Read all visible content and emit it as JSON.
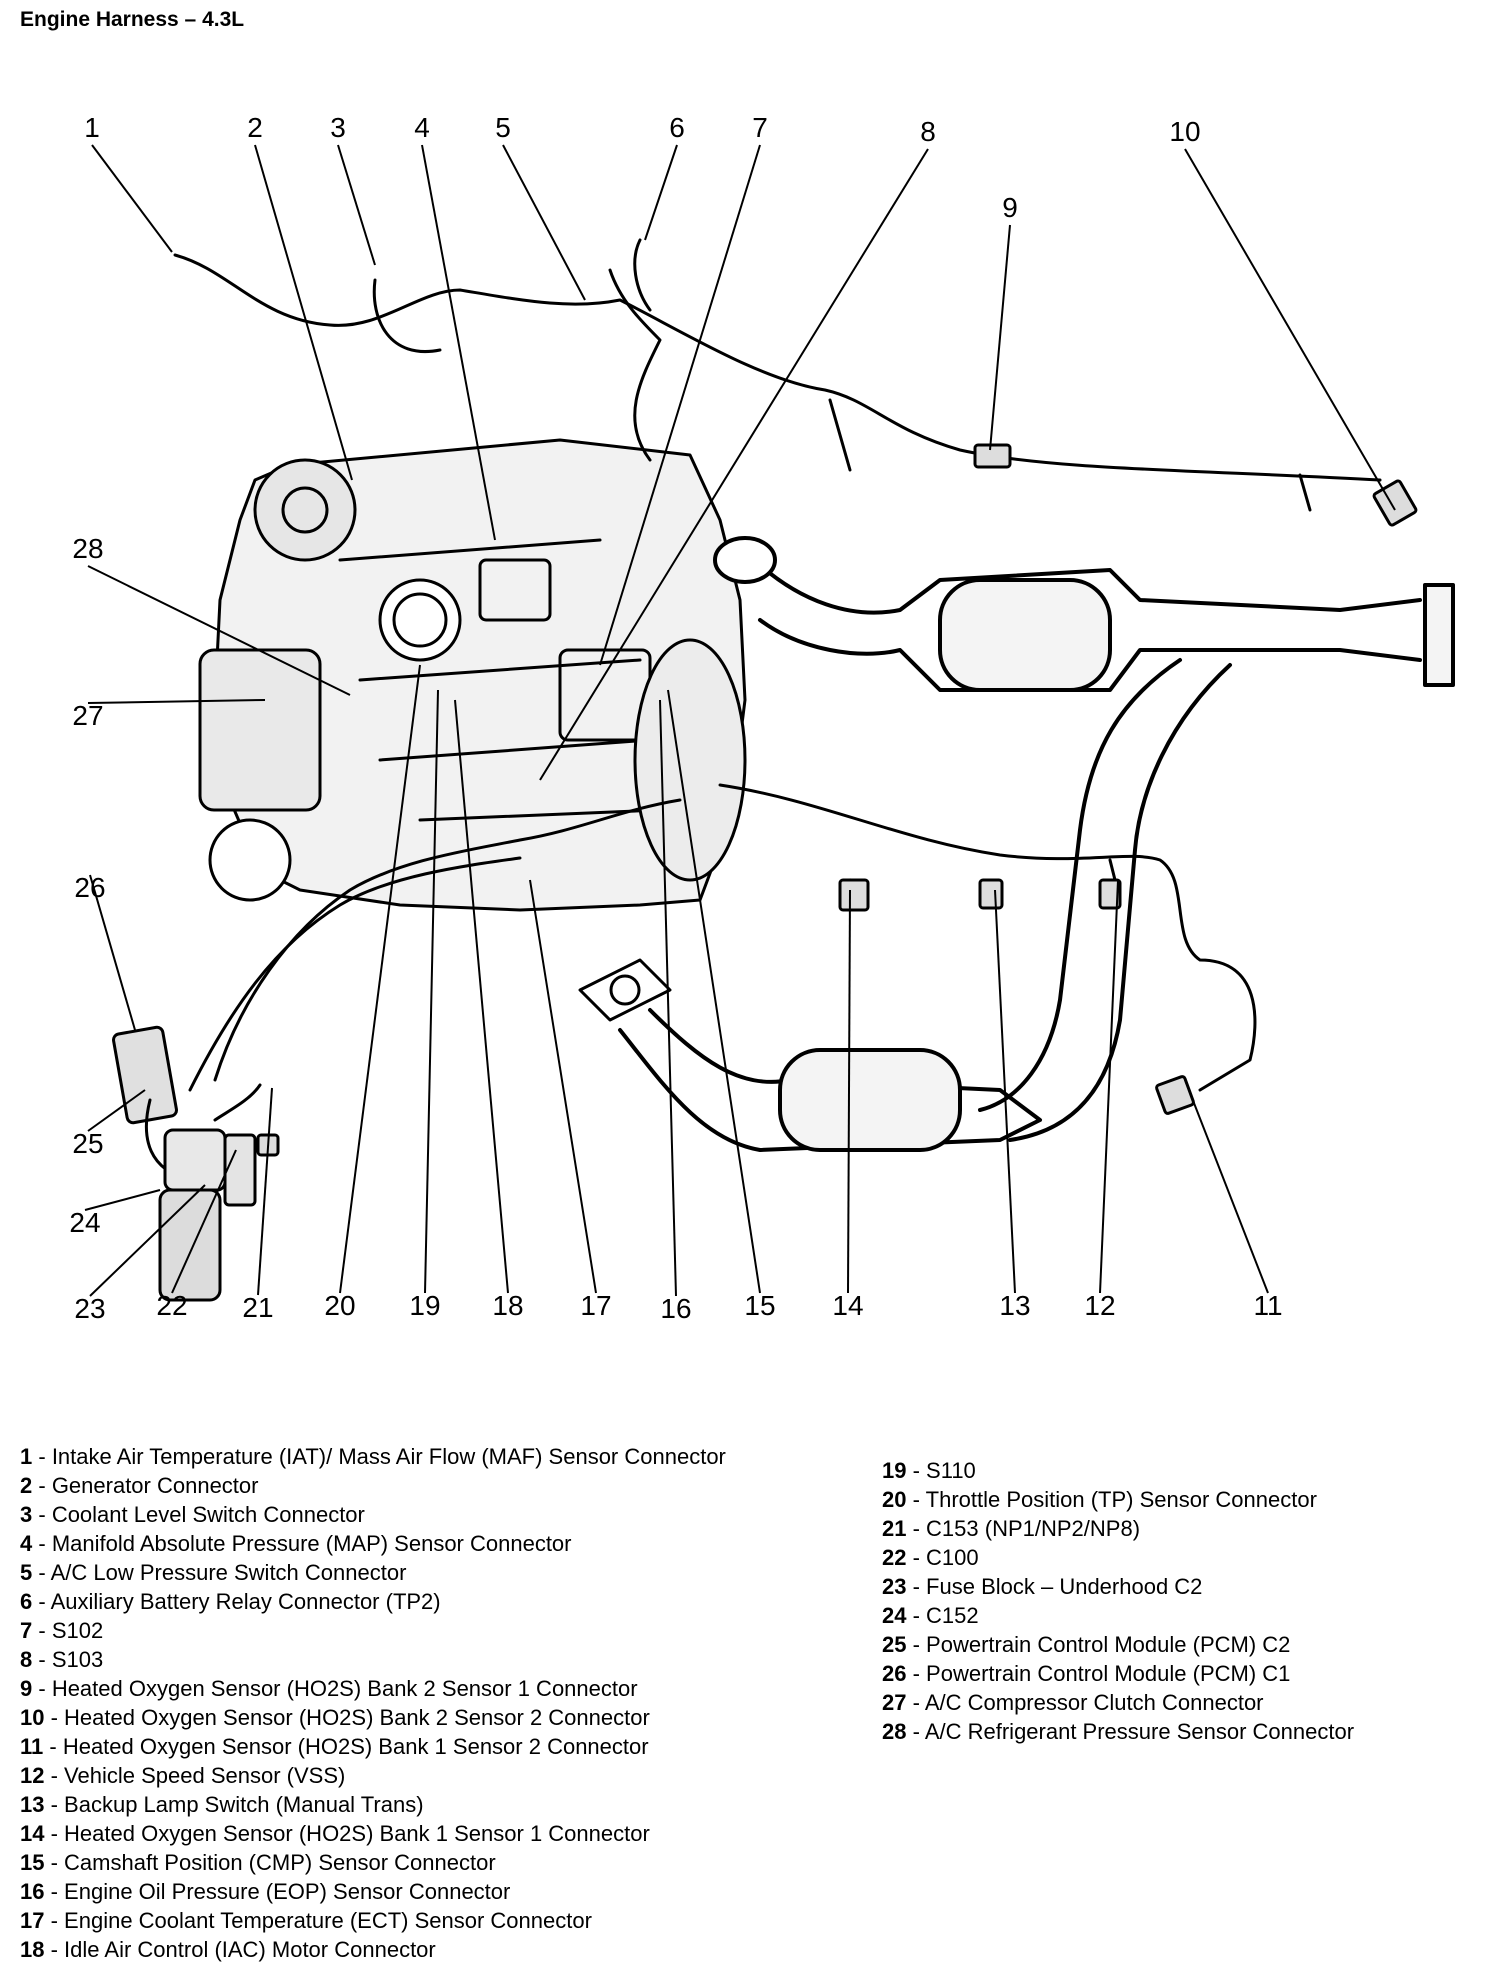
{
  "title": "Engine Harness – 4.3L",
  "callouts": [
    {
      "num": "1",
      "label": "Intake Air Temperature (IAT)/ Mass Air Flow (MAF) Sensor Connector"
    },
    {
      "num": "2",
      "label": "Generator Connector"
    },
    {
      "num": "3",
      "label": "Coolant Level Switch Connector"
    },
    {
      "num": "4",
      "label": "Manifold Absolute Pressure (MAP) Sensor Connector"
    },
    {
      "num": "5",
      "label": "A/C Low Pressure Switch Connector"
    },
    {
      "num": "6",
      "label": "Auxiliary Battery Relay Connector (TP2)"
    },
    {
      "num": "7",
      "label": "S102"
    },
    {
      "num": "8",
      "label": "S103"
    },
    {
      "num": "9",
      "label": "Heated Oxygen Sensor (HO2S) Bank 2 Sensor 1 Connector"
    },
    {
      "num": "10",
      "label": "Heated Oxygen Sensor (HO2S) Bank 2 Sensor 2 Connector"
    },
    {
      "num": "11",
      "label": "Heated Oxygen Sensor (HO2S) Bank 1 Sensor 2 Connector"
    },
    {
      "num": "12",
      "label": "Vehicle Speed Sensor (VSS)"
    },
    {
      "num": "13",
      "label": "Backup Lamp Switch (Manual Trans)"
    },
    {
      "num": "14",
      "label": "Heated Oxygen Sensor (HO2S) Bank 1 Sensor 1 Connector"
    },
    {
      "num": "15",
      "label": "Camshaft Position (CMP) Sensor Connector"
    },
    {
      "num": "16",
      "label": "Engine Oil Pressure (EOP) Sensor Connector"
    },
    {
      "num": "17",
      "label": "Engine Coolant Temperature (ECT) Sensor Connector"
    },
    {
      "num": "18",
      "label": "Idle Air Control (IAC) Motor Connector"
    },
    {
      "num": "19",
      "label": "S110"
    },
    {
      "num": "20",
      "label": "Throttle Position (TP) Sensor Connector"
    },
    {
      "num": "21",
      "label": "C153 (NP1/NP2/NP8)"
    },
    {
      "num": "22",
      "label": "C100"
    },
    {
      "num": "23",
      "label": "Fuse Block – Underhood C2"
    },
    {
      "num": "24",
      "label": "C152"
    },
    {
      "num": "25",
      "label": "Powertrain Control Module (PCM) C2"
    },
    {
      "num": "26",
      "label": "Powertrain Control Module (PCM) C1"
    },
    {
      "num": "27",
      "label": "A/C Compressor Clutch Connector"
    },
    {
      "num": "28",
      "label": "A/C Refrigerant Pressure Sensor Connector"
    }
  ]
}
